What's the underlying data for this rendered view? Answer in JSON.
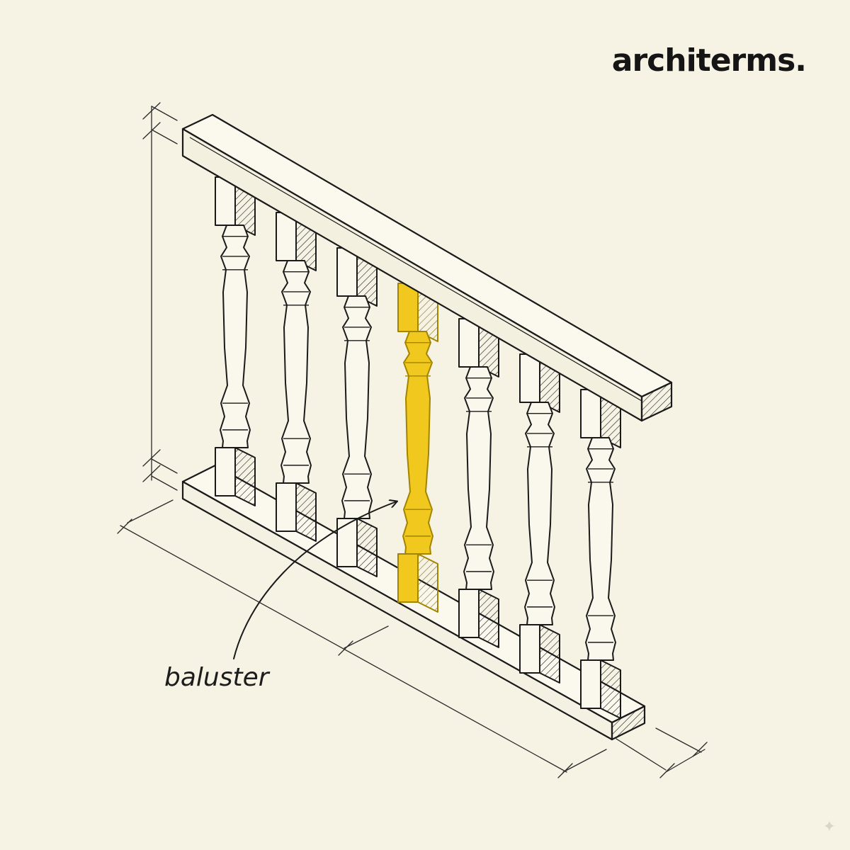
{
  "brand": {
    "wordmark": "architerms."
  },
  "callout": {
    "label": "baluster",
    "target": "highlighted-baluster"
  },
  "colors": {
    "paper": "#f6f3e4",
    "ink": "#1a1a1a",
    "highlight": "#f0c81e",
    "highlight_ink": "#a38400"
  },
  "drawing": {
    "subject": "balustrade",
    "baluster_count": 7,
    "highlighted_baluster": 4,
    "icons": [
      "sparkle-icon"
    ]
  }
}
